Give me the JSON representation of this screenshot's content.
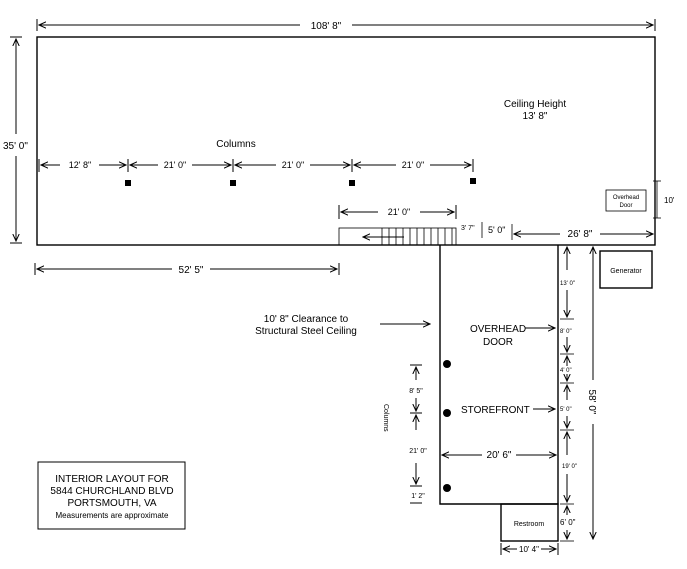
{
  "dimensions": {
    "top_width": "108' 8\"",
    "left_height": "35' 0\"",
    "col_spacing_1": "12' 8\"",
    "col_spacing_2": "21' 0\"",
    "col_spacing_3": "21' 0\"",
    "col_spacing_4": "21' 0\"",
    "stair_span": "21' 0\"",
    "stair_small": "3' 7\"",
    "gap_5": "5' 0\"",
    "right_span": "26' 8\"",
    "overhead_door_height": "10'",
    "bottom_left": "52' 5\"",
    "wing_height": "58' 0\"",
    "wing_width": "20' 6\"",
    "restroom_width": "10' 4\"",
    "restroom_height": "6' 0\"",
    "right_13": "13' 0\"",
    "right_8": "8' 0\"",
    "right_4": "4' 0\"",
    "right_5": "5' 0\"",
    "right_19": "19' 0\"",
    "wing_col_1": "8' 5\"",
    "wing_col_2": "21' 0\"",
    "wing_col_3": "1' 2\""
  },
  "labels": {
    "ceiling_height_line1": "Ceiling Height",
    "ceiling_height_line2": "13' 8\"",
    "columns": "Columns",
    "columns_vertical": "Columns",
    "overhead_door_small_1": "Overhead",
    "overhead_door_small_2": "Door",
    "generator": "Generator",
    "clearance_line1": "10' 8\" Clearance to",
    "clearance_line2": "Structural Steel Ceiling",
    "overhead_door_line1": "OVERHEAD",
    "overhead_door_line2": "DOOR",
    "storefront": "STOREFRONT",
    "restroom": "Restroom"
  },
  "info_box": {
    "line1": "INTERIOR LAYOUT FOR",
    "line2": "5844 CHURCHLAND BLVD",
    "line3": "PORTSMOUTH, VA",
    "line4": "Measurements are approximate"
  }
}
